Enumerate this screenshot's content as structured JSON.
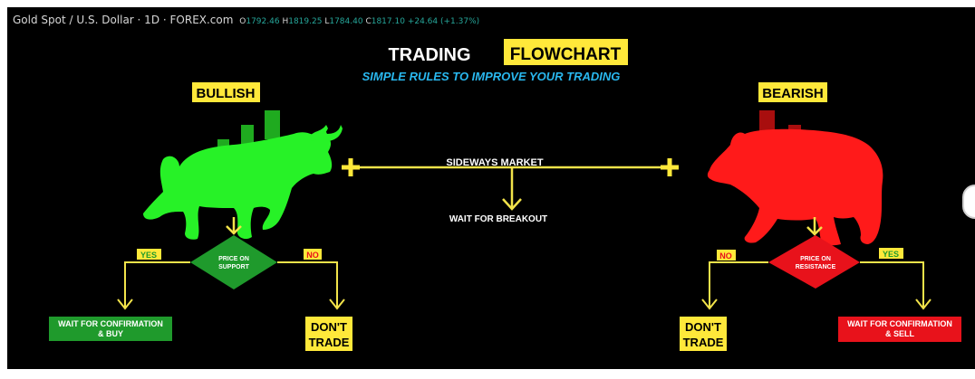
{
  "header": {
    "symbol": "Gold Spot / U.S. Dollar · 1D · FOREX.com",
    "o_label": "O",
    "o": "1792.46",
    "h_label": "H",
    "h": "1819.25",
    "l_label": "L",
    "l": "1784.40",
    "c_label": "C",
    "c": "1817.10",
    "change": "+24.64 (+1.37%)"
  },
  "flowchart": {
    "title_main": "TRADING",
    "title_highlight": "FLOWCHART",
    "subtitle": "SIMPLE RULES TO IMPROVE YOUR TRADING",
    "bullish": {
      "label": "BULLISH",
      "question_line1": "PRICE ON",
      "question_line2": "SUPPORT",
      "yes": "YES",
      "no": "NO",
      "yes_action_line1": "WAIT FOR CONFIRMATION",
      "yes_action_line2": "& BUY",
      "no_action_line1": "DON'T",
      "no_action_line2": "TRADE"
    },
    "sideways": {
      "label": "SIDEWAYS MARKET",
      "action": "WAIT FOR BREAKOUT"
    },
    "bearish": {
      "label": "BEARISH",
      "question_line1": "PRICE ON",
      "question_line2": "RESISTANCE",
      "yes": "YES",
      "no": "NO",
      "yes_action_line1": "WAIT FOR CONFIRMATION",
      "yes_action_line2": "& SELL",
      "no_action_line1": "DON'T",
      "no_action_line2": "TRADE"
    }
  },
  "colors": {
    "background": "#000000",
    "highlight_yellow": "#ffe83a",
    "line_yellow": "#f2e34a",
    "bull_green": "#27f227",
    "bull_box_green": "#1f9a2c",
    "bear_red": "#ff1a1a",
    "bear_box_red": "#e8121b",
    "subtitle_blue": "#29b8ef"
  },
  "icons": {
    "bull": "bull-icon",
    "bear": "bear-icon",
    "arrow": "down-arrow-icon"
  }
}
